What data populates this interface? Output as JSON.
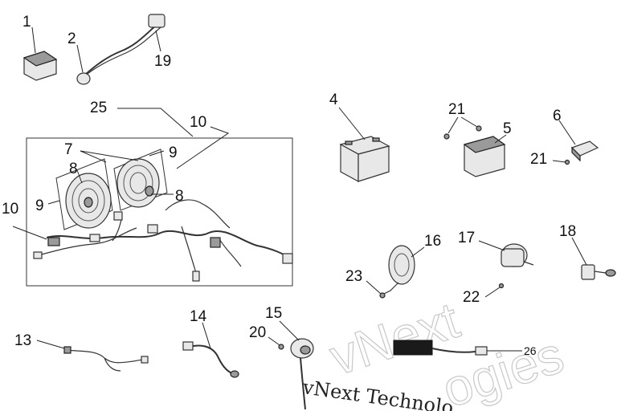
{
  "callouts": {
    "c1": "1",
    "c2": "2",
    "c19": "19",
    "c25": "25",
    "c10a": "10",
    "c7": "7",
    "c9a": "9",
    "c8a": "8",
    "c9b": "9",
    "c8b": "8",
    "c10b": "10",
    "c4": "4",
    "c21a": "21",
    "c5": "5",
    "c6": "6",
    "c21b": "21",
    "c16": "16",
    "c17": "17",
    "c18": "18",
    "c23": "23",
    "c22": "22",
    "c14": "14",
    "c15": "15",
    "c20": "20",
    "c13": "13",
    "c26": "26"
  },
  "watermark": {
    "logo_text": "vNext",
    "logo_text2": "ogies",
    "caption": "vNext Technolo"
  }
}
